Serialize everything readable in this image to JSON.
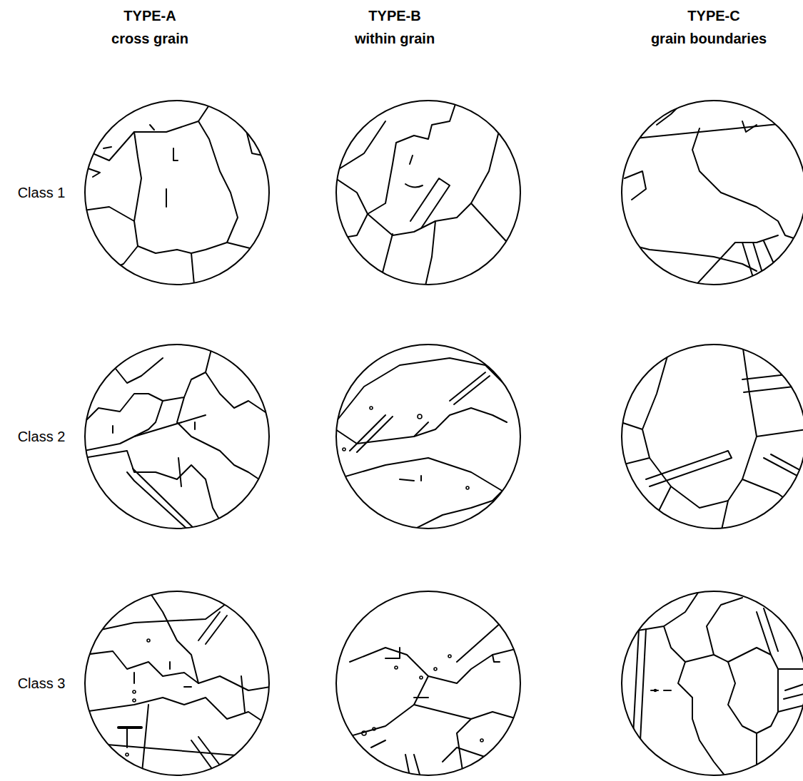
{
  "diagram": {
    "labels": [
      "TYPE-A",
      "cross grain",
      "TYPE-B",
      "within grain",
      "TYPE-C",
      "grain boundaries",
      "Class 1",
      "Class 2",
      "Class 3"
    ]
  }
}
